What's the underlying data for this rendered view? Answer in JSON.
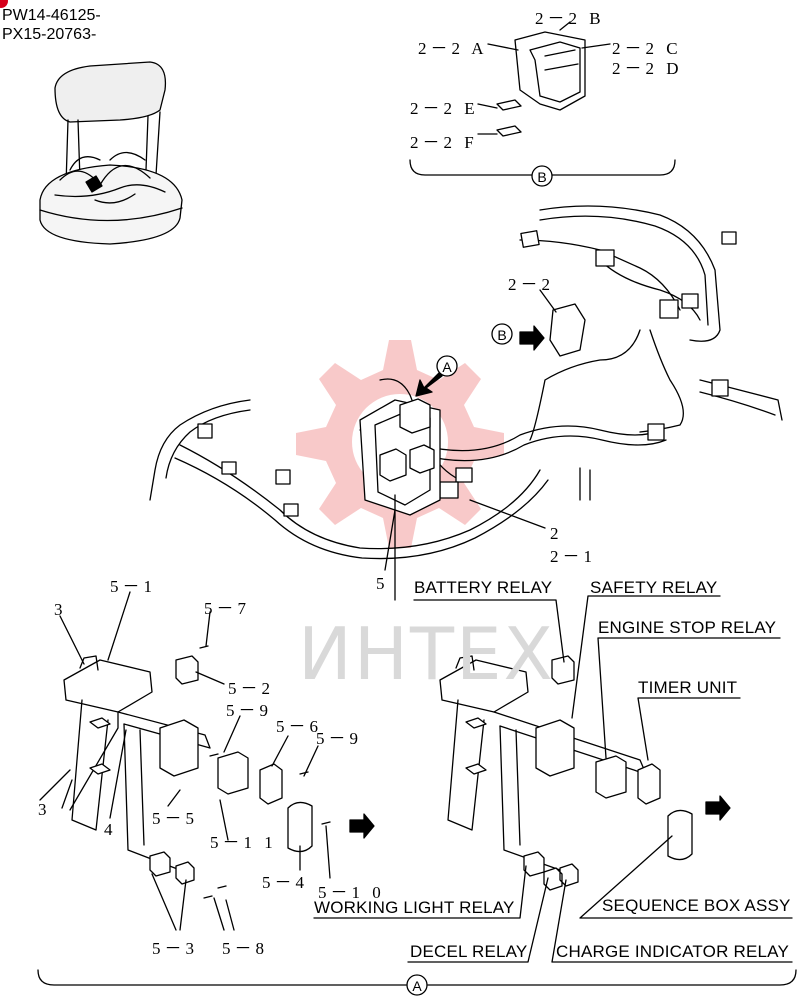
{
  "header": {
    "serial_1": "PW14-46125-",
    "serial_2": "PX15-20763-"
  },
  "watermark": "ИНТЕХ",
  "views": {
    "a": "A",
    "b": "B"
  },
  "part_numbers": {
    "p2_2b": "2－2 B",
    "p2_2a": "2－2 A",
    "p2_2c": "2－2 C",
    "p2_2d": "2－2 D",
    "p2_2e": "2－2 E",
    "p2_2f": "2－2 F",
    "p2_2": "2－2",
    "p2": "2",
    "p2_1": "2－1",
    "p5": "5",
    "p5_1": "5－1",
    "p3_top": "3",
    "p5_7": "5－7",
    "p5_2": "5－2",
    "p5_9a": "5－9",
    "p5_6": "5－6",
    "p5_9b": "5－9",
    "p3_left": "3",
    "p4": "4",
    "p5_5": "5－5",
    "p5_11": "5－1 1",
    "p5_4": "5－4",
    "p5_10": "5－1 0",
    "p5_3": "5－3",
    "p5_8": "5－8"
  },
  "callouts": {
    "battery_relay": "BATTERY RELAY",
    "safety_relay": "SAFETY RELAY",
    "engine_stop_relay": "ENGINE STOP RELAY",
    "timer_unit": "TIMER UNIT",
    "working_light_relay": "WORKING LIGHT RELAY",
    "sequence_box_assy": "SEQUENCE BOX ASSY",
    "decel_relay": "DECEL RELAY",
    "charge_indicator_relay": "CHARGE INDICATOR RELAY"
  },
  "colors": {
    "watermark": "#f6b8b8",
    "line": "#000000",
    "badge": "#d6001c"
  }
}
